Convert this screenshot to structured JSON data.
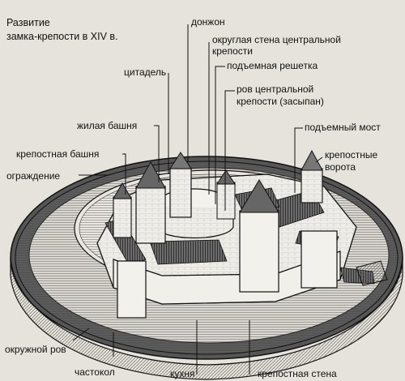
{
  "title": {
    "line1": "Развитие",
    "line2": "замка-крепости в XIV в."
  },
  "labels": {
    "donjon": "донжон",
    "round_wall_1": "округлая стена центральной",
    "round_wall_2": "крепости",
    "portcullis": "подъемная решетка",
    "moat_central_1": "ров центральной",
    "moat_central_2": "крепости (засыпан)",
    "citadel": "цитадель",
    "residential_tower": "жилая башня",
    "drawbridge": "подъемный мост",
    "fortress_tower": "крепостная башня",
    "fortress_gate_1": "крепостные",
    "fortress_gate_2": "ворота",
    "fence": "ограждение",
    "outer_moat": "окружной ров",
    "palisade": "частокол",
    "kitchen": "кухня",
    "fortress_wall": "крепостная стена"
  },
  "colors": {
    "ink": "#111111",
    "paper": "#e6e3dc",
    "wall": "#f2f0ea",
    "roof": "#5a5a5a"
  }
}
